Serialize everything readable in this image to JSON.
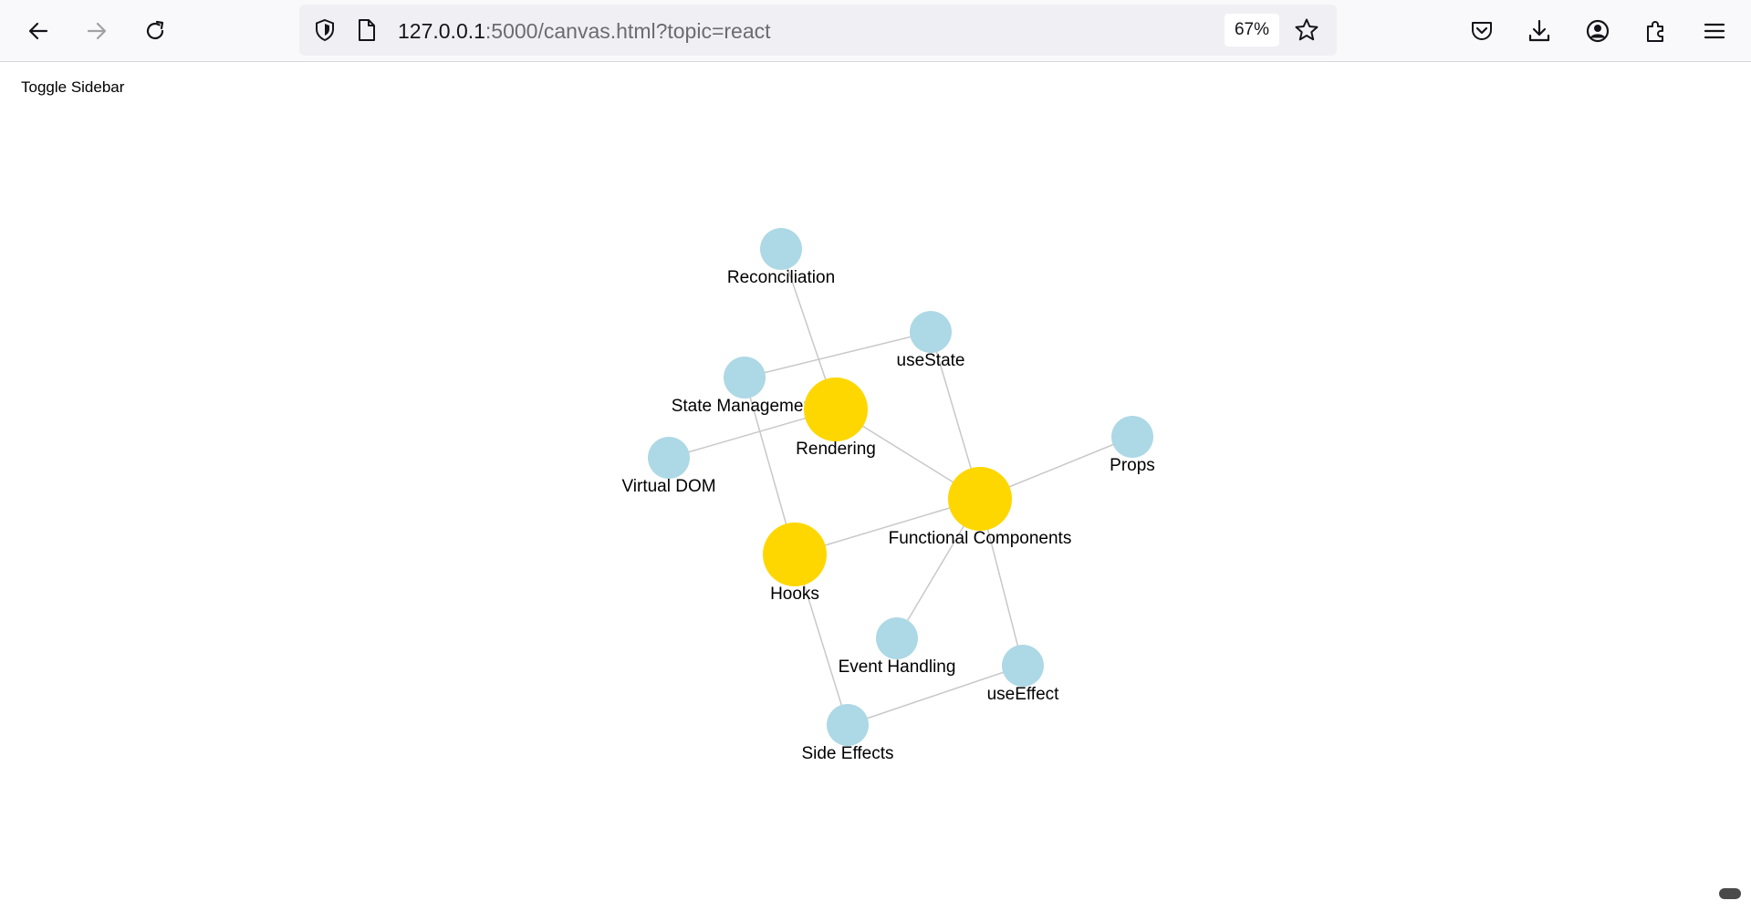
{
  "browser": {
    "url_host": "127.0.0.1",
    "url_rest": ":5000/canvas.html?topic=react",
    "zoom": "67%",
    "icons": {
      "back": "arrow-left-icon",
      "forward": "arrow-right-icon",
      "reload": "reload-icon",
      "shield": "shield-icon",
      "page": "page-icon",
      "bookmark": "star-icon",
      "pocket": "pocket-icon",
      "download": "download-icon",
      "account": "account-icon",
      "extensions": "puzzle-icon",
      "menu": "hamburger-menu-icon"
    }
  },
  "page": {
    "toggle_sidebar": "Toggle Sidebar"
  },
  "graph": {
    "colors": {
      "primary_node": "#ffd700",
      "secondary_node": "#add8e6",
      "edge": "#c8c8c8"
    },
    "nodes": {
      "reconciliation": {
        "label": "Reconciliation",
        "kind": "secondary"
      },
      "usestate": {
        "label": "useState",
        "kind": "secondary"
      },
      "state_management": {
        "label": "State Management",
        "kind": "secondary"
      },
      "rendering": {
        "label": "Rendering",
        "kind": "primary"
      },
      "virtual_dom": {
        "label": "Virtual DOM",
        "kind": "secondary"
      },
      "props": {
        "label": "Props",
        "kind": "secondary"
      },
      "functional_components": {
        "label": "Functional Components",
        "kind": "primary"
      },
      "hooks": {
        "label": "Hooks",
        "kind": "primary"
      },
      "event_handling": {
        "label": "Event Handling",
        "kind": "secondary"
      },
      "useeffect": {
        "label": "useEffect",
        "kind": "secondary"
      },
      "side_effects": {
        "label": "Side Effects",
        "kind": "secondary"
      }
    },
    "edges": [
      [
        "reconciliation",
        "rendering"
      ],
      [
        "usestate",
        "state_management"
      ],
      [
        "usestate",
        "functional_components"
      ],
      [
        "state_management",
        "hooks"
      ],
      [
        "rendering",
        "virtual_dom"
      ],
      [
        "rendering",
        "functional_components"
      ],
      [
        "props",
        "functional_components"
      ],
      [
        "functional_components",
        "hooks"
      ],
      [
        "functional_components",
        "event_handling"
      ],
      [
        "functional_components",
        "useeffect"
      ],
      [
        "hooks",
        "side_effects"
      ],
      [
        "useeffect",
        "side_effects"
      ]
    ]
  }
}
